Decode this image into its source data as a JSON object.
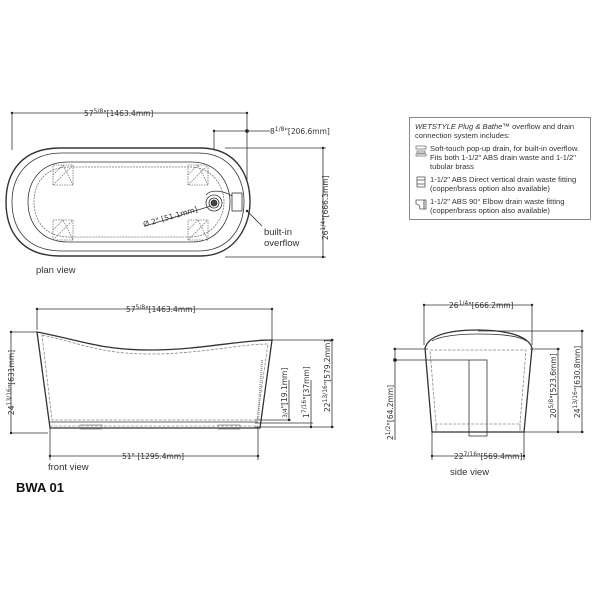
{
  "model": "BWA 01",
  "views": {
    "plan": {
      "label": "plan view",
      "dims": {
        "overall_length": "57 5/8\" [1463.4mm]",
        "overall_length_whole": "57",
        "overall_length_frac_num": "5",
        "overall_length_frac_den": "8",
        "overall_length_mm": "1463.4mm",
        "drain_offset_whole": "8",
        "drain_offset_frac_num": "1",
        "drain_offset_frac_den": "8",
        "drain_offset_mm": "206.6mm",
        "width_whole": "26",
        "width_frac_num": "1",
        "width_frac_den": "4",
        "width_mm": "666.3mm",
        "drain_diameter": "Ø 2\" [51.1mm]"
      },
      "callout": [
        "built-in",
        "overflow"
      ]
    },
    "front": {
      "label": "front view",
      "dims": {
        "length_whole": "57",
        "length_num": "5",
        "length_den": "8",
        "length_mm": "1463.4mm",
        "base_length": "51\" [1295.4mm]",
        "height_whole": "24",
        "height_num": "13",
        "height_den": "16",
        "height_mm": "631mm",
        "rim_whole": "22",
        "rim_num": "13",
        "rim_den": "16",
        "rim_mm": "579.2mm",
        "d1_num": "3",
        "d1_den": "4",
        "d1_mm": "19.1mm",
        "d2_whole": "1",
        "d2_num": "7",
        "d2_den": "16",
        "d2_mm": "37mm"
      }
    },
    "side": {
      "label": "side view",
      "dims": {
        "width_whole": "26",
        "width_num": "1",
        "width_den": "4",
        "width_mm": "666.2mm",
        "base_whole": "22",
        "base_num": "7",
        "base_den": "16",
        "base_mm": "569.4mm",
        "height_whole": "24",
        "height_num": "13",
        "height_den": "16",
        "height_mm": "630.8mm",
        "inner_whole": "20",
        "inner_num": "5",
        "inner_den": "8",
        "inner_mm": "523.6mm",
        "drop_whole": "2",
        "drop_num": "1",
        "drop_den": "2",
        "drop_mm": "64.2mm"
      }
    }
  },
  "legend": {
    "brand": "WETSTYLE Plug & Bathe™",
    "header_rest": " overflow  and drain connection system includes:",
    "items": [
      {
        "icon": "pop-up-drain-icon",
        "text": "Soft-touch pop-up drain, for built-in overflow. Fits both 1-1/2\" ABS drain waste and 1-1/2\" tubular brass"
      },
      {
        "icon": "vertical-fitting-icon",
        "text": "1-1/2\" ABS Direct vertical drain waste fitting (copper/brass option also available)"
      },
      {
        "icon": "elbow-fitting-icon",
        "text": "1-1/2\" ABS 90° Elbow drain waste fitting (copper/brass option also available)"
      }
    ]
  },
  "colors": {
    "line": "#333333",
    "dash": "#888888"
  }
}
